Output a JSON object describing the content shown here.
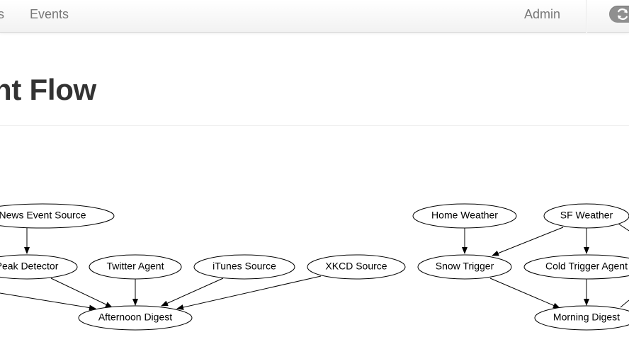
{
  "navbar": {
    "clipped_item_label": "s",
    "events_label": "Events",
    "admin_label": "Admin",
    "refresh_icon": "refresh-icon"
  },
  "header": {
    "title": "ent Flow"
  },
  "graph": {
    "nodes": [
      {
        "id": "news-event-source",
        "label": "News Event Source"
      },
      {
        "id": "peak-detector",
        "label": "Peak Detector"
      },
      {
        "id": "twitter-agent",
        "label": "Twitter Agent"
      },
      {
        "id": "itunes-source",
        "label": "iTunes Source"
      },
      {
        "id": "xkcd-source",
        "label": "XKCD Source"
      },
      {
        "id": "afternoon-digest",
        "label": "Afternoon Digest"
      },
      {
        "id": "home-weather",
        "label": "Home Weather"
      },
      {
        "id": "sf-weather",
        "label": "SF Weather"
      },
      {
        "id": "snow-trigger",
        "label": "Snow Trigger"
      },
      {
        "id": "cold-trigger-agent",
        "label": "Cold Trigger Agent"
      },
      {
        "id": "morning-digest",
        "label": "Morning Digest"
      }
    ]
  },
  "colors": {
    "text": "#333333",
    "nav_text": "#777777",
    "graph_stroke": "#000000",
    "button_gray": "#8f8f8f"
  }
}
